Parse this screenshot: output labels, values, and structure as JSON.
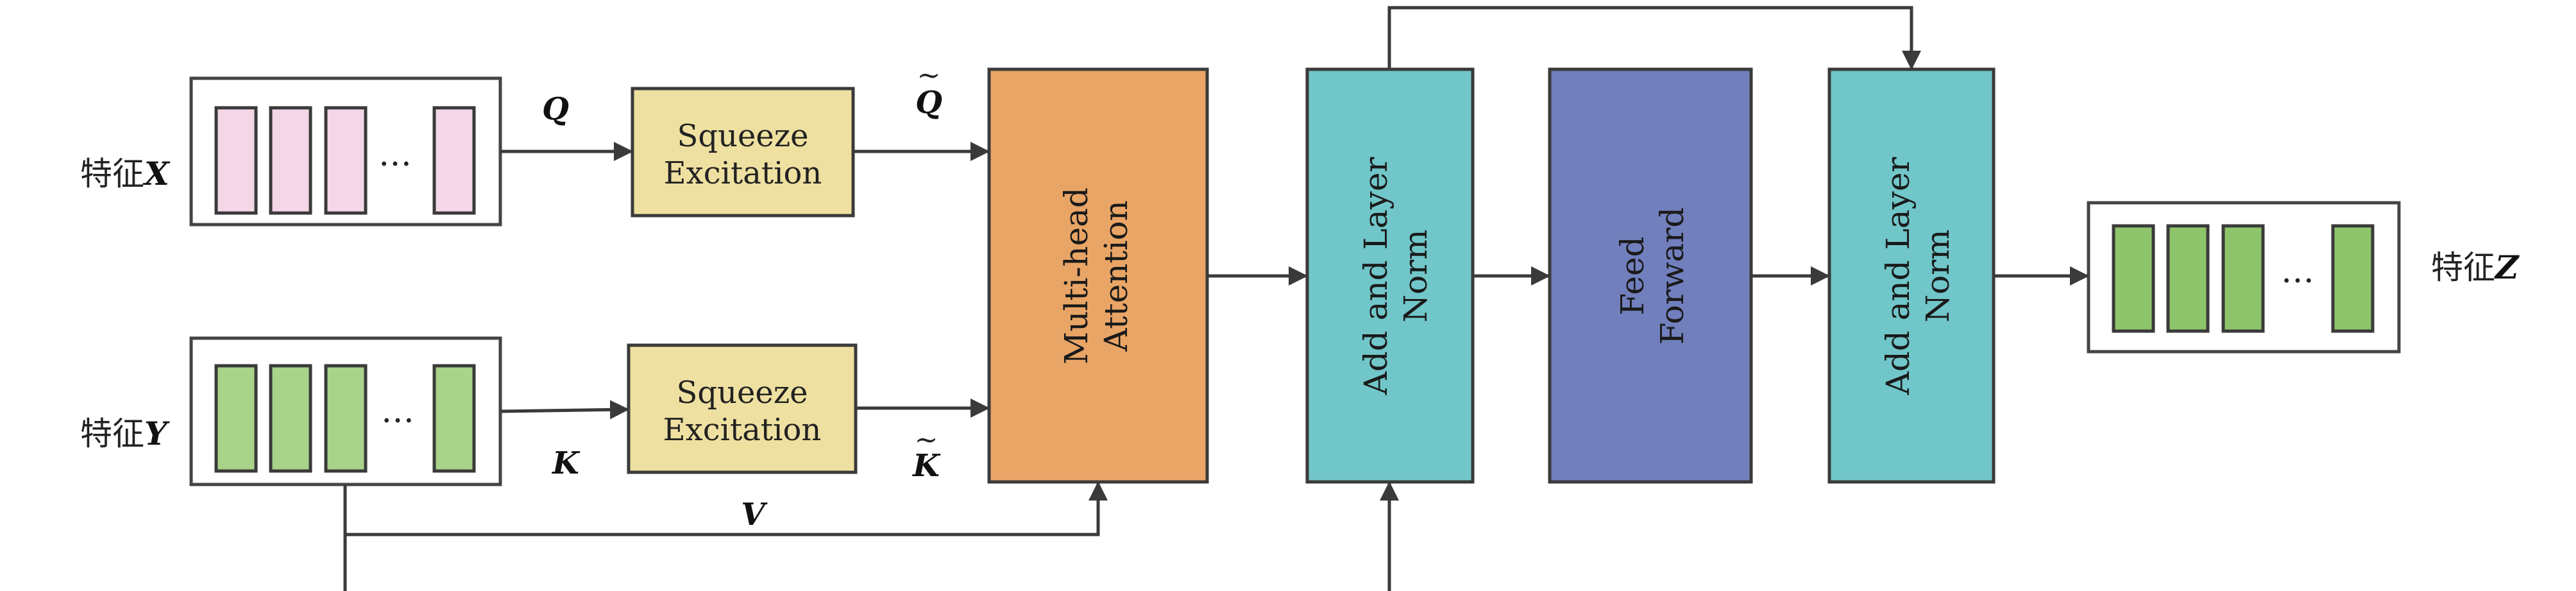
{
  "inputs": {
    "x_prefix": "特征",
    "x_var": "X",
    "y_prefix": "特征",
    "y_var": "Y"
  },
  "output": {
    "prefix": "特征",
    "var": "Z"
  },
  "ellipsis": "…",
  "edges": {
    "q": "Q",
    "k": "K",
    "v": "V",
    "q_tilde": "Q",
    "k_tilde": "K",
    "tilde_mark": "~"
  },
  "blocks": {
    "se_top": {
      "line1": "Squeeze",
      "line2": "Excitation"
    },
    "se_bottom": {
      "line1": "Squeeze",
      "line2": "Excitation"
    },
    "attention": {
      "line1": "Multi-head",
      "line2": "Attention"
    },
    "norm1": {
      "line1": "Add and Layer",
      "line2": "Norm"
    },
    "feed_forward": {
      "line1": "Feed",
      "line2": "Forward"
    },
    "norm2": {
      "line1": "Add and Layer",
      "line2": "Norm"
    }
  },
  "colors": {
    "token_x": "#f4d7e7",
    "token_y": "#a8d48a",
    "token_z": "#8dc46c",
    "se": "#eee0a0",
    "attention": "#e8a566",
    "norm": "#71c6c9",
    "feed_forward": "#717fbd",
    "line": "#3a3a3a"
  }
}
